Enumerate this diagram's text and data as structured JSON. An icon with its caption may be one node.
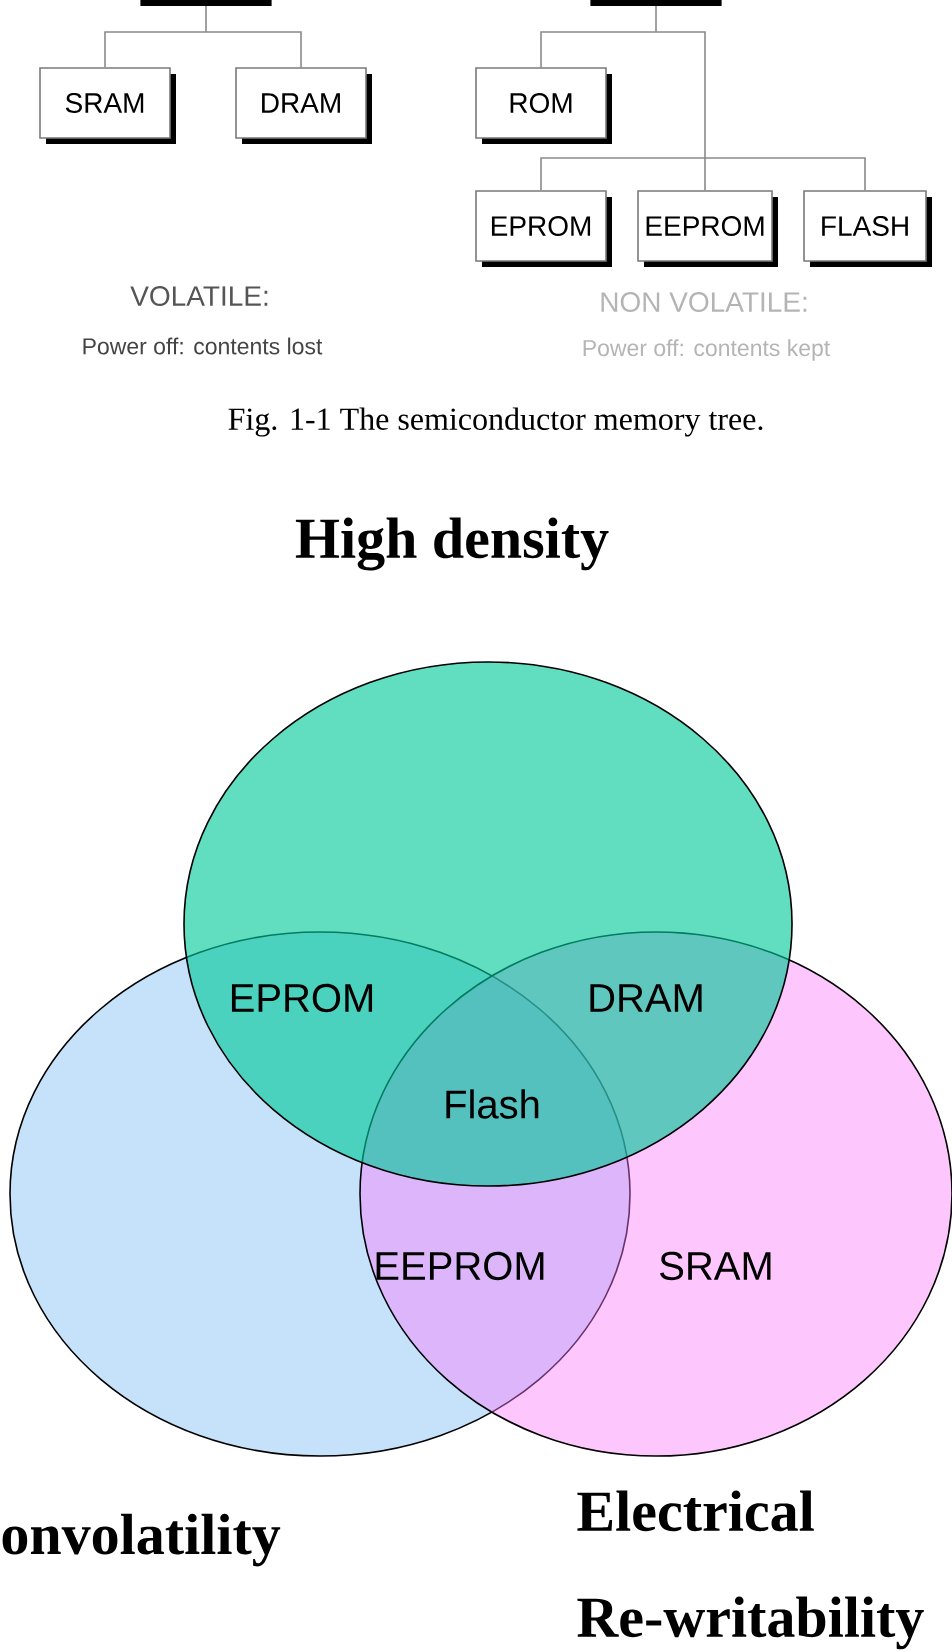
{
  "diagram": {
    "caption": "Fig. 1-1 The semiconductor memory tree.",
    "nodes": [
      {
        "text": [],
        "shape": "box"
      },
      {
        "text": [],
        "shape": "box"
      },
      {
        "text": [
          "SRAM"
        ]
      },
      {
        "text": [
          "DRAM"
        ]
      },
      {
        "text": [
          "ROM"
        ]
      },
      {
        "text": [
          "EPROM"
        ]
      },
      {
        "text": [
          "EEPROM"
        ]
      },
      {
        "text": [
          "FLASH"
        ]
      },
      {
        "text": [
          "High density"
        ]
      },
      {
        "text": [
          "onvolatility"
        ]
      },
      {
        "text": [
          "Electrical Re-writability"
        ]
      }
    ],
    "edges": [
      {
        "from": 0,
        "to": 2,
        "arrow": "none"
      },
      {
        "from": 0,
        "to": 3,
        "arrow": "none"
      },
      {
        "from": 1,
        "to": 4,
        "arrow": "none"
      },
      {
        "from": 1,
        "to": 5,
        "arrow": "none"
      },
      {
        "from": 1,
        "to": 6,
        "arrow": "none"
      },
      {
        "from": 1,
        "to": 7,
        "arrow": "none"
      }
    ],
    "labels": [
      "VOLATILE:",
      "NON VOLATILE:",
      "Power off: contents lost",
      "Power off: contents kept",
      "EPROM",
      "DRAM",
      "Flash",
      "EEPROM",
      "SRAM"
    ]
  }
}
